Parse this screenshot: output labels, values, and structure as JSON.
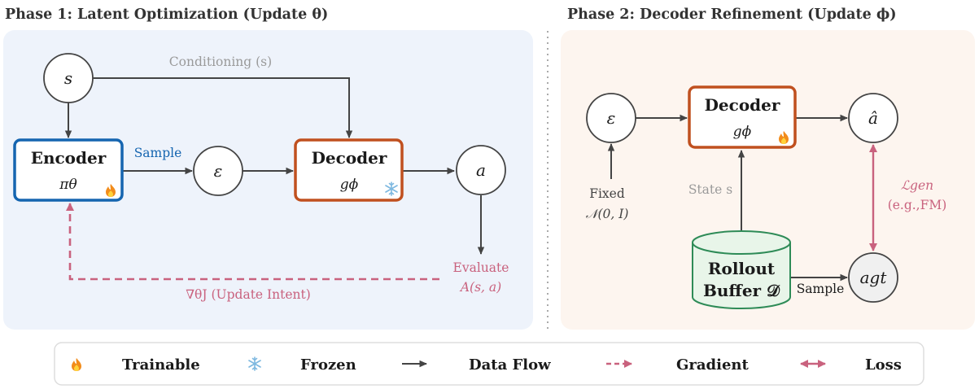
{
  "phase1": {
    "title": "Phase 1: Latent Optimization (Update θ)",
    "node_s": "s",
    "node_eps": "ε",
    "node_a": "a",
    "encoder": {
      "label": "Encoder",
      "param": "πθ"
    },
    "decoder": {
      "label": "Decoder",
      "param": "gϕ"
    },
    "conditioning_label": "Conditioning (s)",
    "sample_label": "Sample",
    "evaluate_label": "Evaluate",
    "evaluate_expr": "A(s, a)",
    "gradient_label": "∇θJ (Update Intent)"
  },
  "phase2": {
    "title": "Phase 2: Decoder Refinement (Update ϕ)",
    "node_eps": "ε",
    "node_ahat": "â",
    "node_agt": "agt",
    "decoder": {
      "label": "Decoder",
      "param": "gϕ"
    },
    "fixed_label": "Fixed",
    "fixed_expr": "𝒩(0, I)",
    "state_label": "State s",
    "buffer_line1": "Rollout",
    "buffer_line2": "Buffer 𝒟",
    "sample_label": "Sample",
    "loss_label": "ℒgen",
    "loss_sub": "(e.g.,FM)"
  },
  "legend": {
    "trainable": "Trainable",
    "frozen": "Frozen",
    "data_flow": "Data Flow",
    "gradient": "Gradient",
    "loss": "Loss"
  },
  "icons": {
    "trainable": "fire-icon",
    "frozen": "snowflake-icon"
  },
  "colors": {
    "encoder_border": "#1565b0",
    "decoder_border": "#c0501f",
    "buffer_border": "#2e8b57",
    "gradient": "#c9627e",
    "data_flow": "#444444",
    "sample_text": "#1565b0",
    "phase1_bg": "#eef3fb",
    "phase2_bg": "#fdf5ef"
  }
}
